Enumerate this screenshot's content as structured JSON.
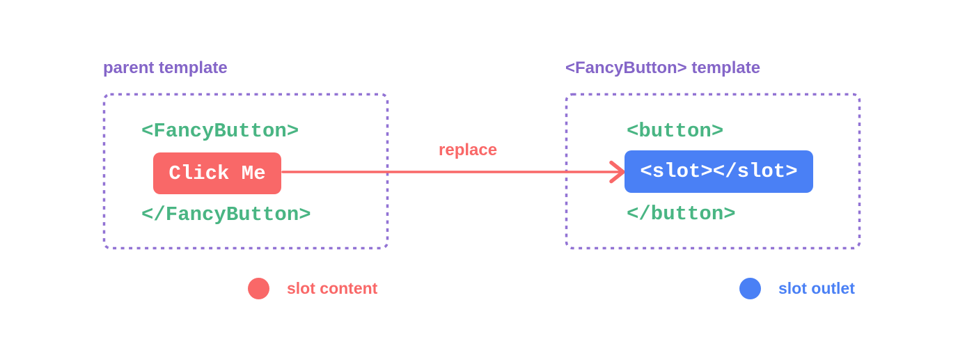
{
  "colors": {
    "background": "#ffffff",
    "purple_title": "#8465c8",
    "purple_border": "#9273d4",
    "green_code": "#49b583",
    "red": "#f96868",
    "blue": "#4a80f5",
    "white_text": "#ffffff"
  },
  "left_panel": {
    "title": "parent template",
    "code_open": "<FancyButton>",
    "button_label": "Click Me",
    "code_close": "</FancyButton>"
  },
  "arrow": {
    "label": "replace"
  },
  "right_panel": {
    "title": "<FancyButton> template",
    "code_open": "<button>",
    "slot_label": "<slot></slot>",
    "code_close": "</button>"
  },
  "legend": [
    {
      "label": "slot content",
      "color": "#f96868"
    },
    {
      "label": "slot outlet",
      "color": "#4a80f5"
    }
  ]
}
